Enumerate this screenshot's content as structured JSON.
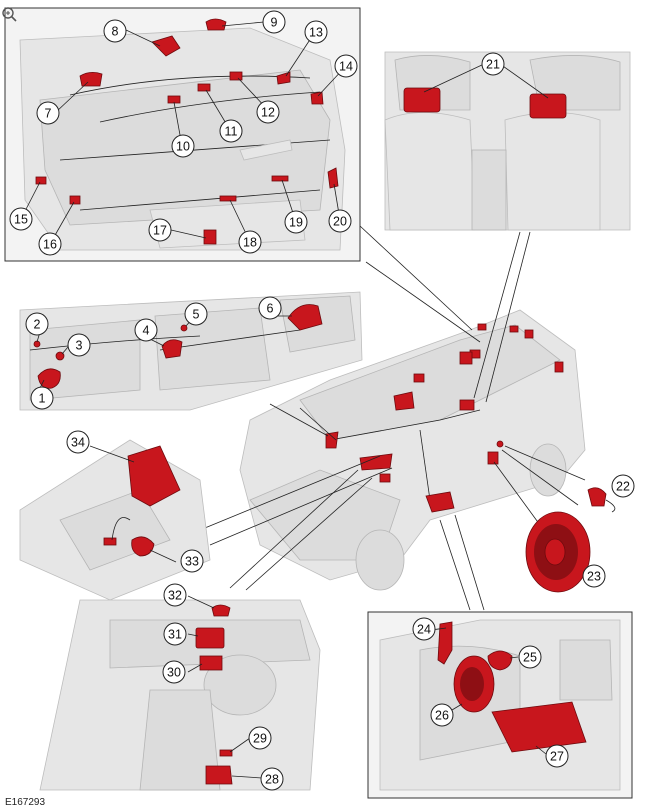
{
  "figure_id": "E167293",
  "zoom_icon": "magnifier-icon",
  "callouts": [
    {
      "id": "c1",
      "n": "1"
    },
    {
      "id": "c2",
      "n": "2"
    },
    {
      "id": "c3",
      "n": "3"
    },
    {
      "id": "c4",
      "n": "4"
    },
    {
      "id": "c5",
      "n": "5"
    },
    {
      "id": "c6",
      "n": "6"
    },
    {
      "id": "c7",
      "n": "7"
    },
    {
      "id": "c8",
      "n": "8"
    },
    {
      "id": "c9",
      "n": "9"
    },
    {
      "id": "c10",
      "n": "10"
    },
    {
      "id": "c11",
      "n": "11"
    },
    {
      "id": "c12",
      "n": "12"
    },
    {
      "id": "c13",
      "n": "13"
    },
    {
      "id": "c14",
      "n": "14"
    },
    {
      "id": "c15",
      "n": "15"
    },
    {
      "id": "c16",
      "n": "16"
    },
    {
      "id": "c17",
      "n": "17"
    },
    {
      "id": "c18",
      "n": "18"
    },
    {
      "id": "c19",
      "n": "19"
    },
    {
      "id": "c20",
      "n": "20"
    },
    {
      "id": "c21",
      "n": "21"
    },
    {
      "id": "c22",
      "n": "22"
    },
    {
      "id": "c23",
      "n": "23"
    },
    {
      "id": "c24",
      "n": "24"
    },
    {
      "id": "c25",
      "n": "25"
    },
    {
      "id": "c26",
      "n": "26"
    },
    {
      "id": "c27",
      "n": "27"
    },
    {
      "id": "c28",
      "n": "28"
    },
    {
      "id": "c29",
      "n": "29"
    },
    {
      "id": "c30",
      "n": "30"
    },
    {
      "id": "c31",
      "n": "31"
    },
    {
      "id": "c32",
      "n": "32"
    },
    {
      "id": "c33",
      "n": "33"
    },
    {
      "id": "c34",
      "n": "34"
    }
  ]
}
